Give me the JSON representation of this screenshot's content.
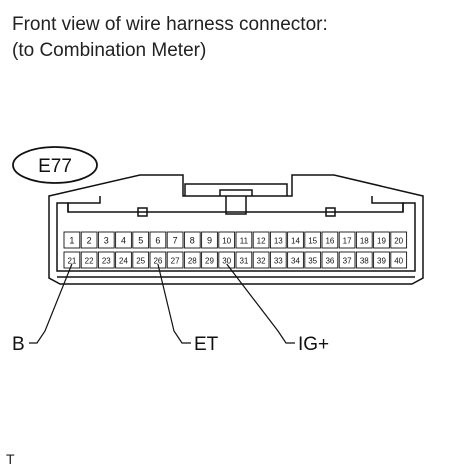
{
  "title_line_1": "Front view of wire harness connector:",
  "title_line_2": "(to Combination Meter)",
  "connector": {
    "id_label": "E77",
    "top_row_pins": [
      1,
      2,
      3,
      4,
      5,
      6,
      7,
      8,
      9,
      10,
      11,
      12,
      13,
      14,
      15,
      16,
      17,
      18,
      19,
      20
    ],
    "bottom_row_pins": [
      21,
      22,
      23,
      24,
      25,
      26,
      27,
      28,
      29,
      30,
      31,
      32,
      33,
      34,
      35,
      36,
      37,
      38,
      39,
      40
    ]
  },
  "callouts": [
    {
      "label": "B",
      "pin": 21
    },
    {
      "label": "ET",
      "pin": 26
    },
    {
      "label": "IG+",
      "pin": 30
    }
  ],
  "corner_mark": "T"
}
